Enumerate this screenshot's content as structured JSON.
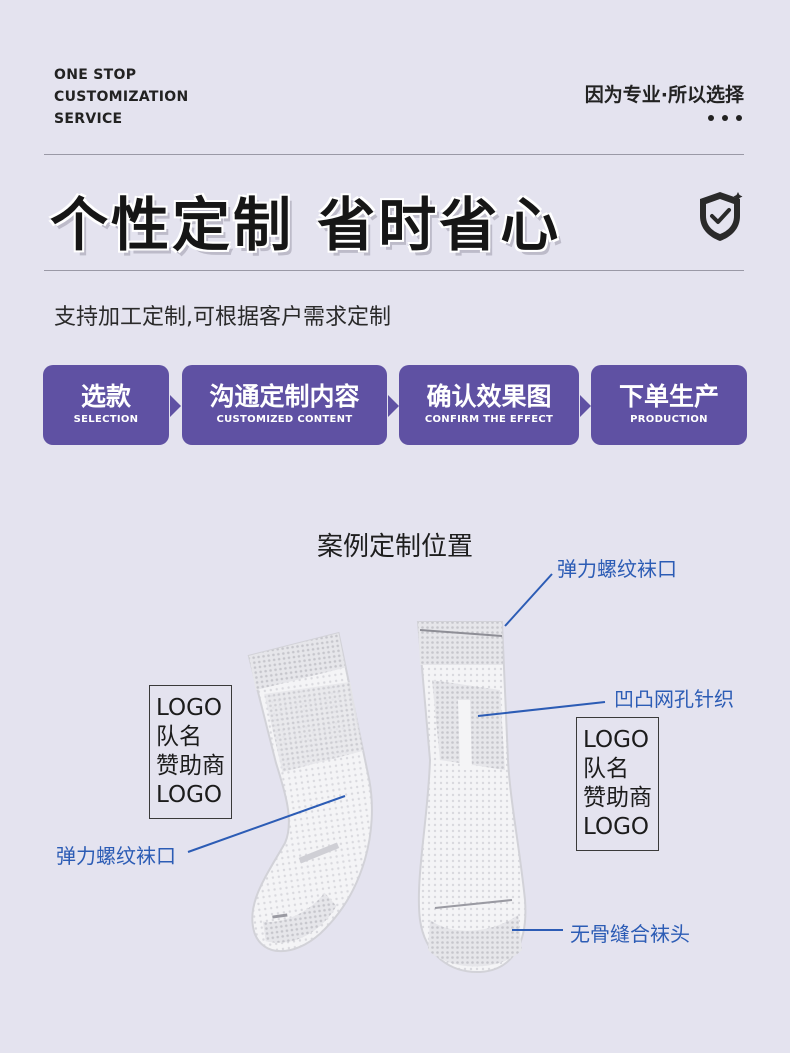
{
  "header": {
    "en_lines": [
      "ONE STOP",
      "CUSTOMIZATION",
      "SERVICE"
    ],
    "tagline": "因为专业·所以选择"
  },
  "headline": "个性定制 省时省心",
  "subtitle": "支持加工定制,可根据客户需求定制",
  "steps": [
    {
      "cn": "选款",
      "en": "SELECTION"
    },
    {
      "cn": "沟通定制内容",
      "en": "CUSTOMIZED CONTENT"
    },
    {
      "cn": "确认效果图",
      "en": "CONFIRM THE EFFECT"
    },
    {
      "cn": "下单生产",
      "en": "PRODUCTION"
    }
  ],
  "case_title": "案例定制位置",
  "callouts": {
    "cuff_right": "弹力螺纹袜口",
    "mesh": "凹凸网孔针织",
    "cuff_left": "弹力螺纹袜口",
    "toe": "无骨缝合袜头"
  },
  "logo_box_left": [
    "LOGO",
    "队名",
    "赞助商",
    "LOGO"
  ],
  "logo_box_right": [
    "LOGO",
    "队名",
    "赞助商",
    "LOGO"
  ],
  "colors": {
    "background": "#e4e3ef",
    "accent": "#5f51a3",
    "callout": "#2c5cb5"
  },
  "icons": {
    "badge": "shield-check-icon"
  }
}
